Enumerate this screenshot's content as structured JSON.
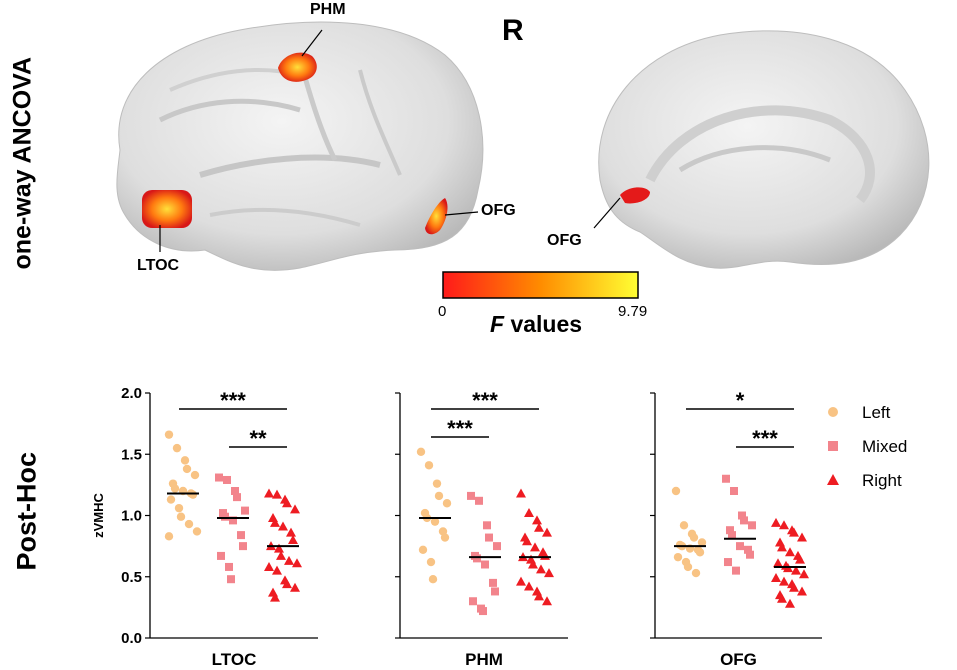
{
  "figure": {
    "row_labels": {
      "top": "one-way  ANCOVA",
      "bottom": "Post-Hoc"
    },
    "hemisphere": "R",
    "brain_labels": [
      "PHM",
      "OFG",
      "LTOC",
      "OFG"
    ],
    "colorbar": {
      "min": "0",
      "max": "9.79",
      "label_italic": "F",
      "label_rest": " values",
      "colors": [
        "#ff1a1a",
        "#ff8c00",
        "#ffff33"
      ]
    }
  },
  "chart_data": [
    {
      "type": "scatter",
      "panel": "LTOC",
      "xlabel": "LTOC",
      "ylabel": "zVMHC",
      "ylim": [
        0,
        2.0
      ],
      "yticks": [
        "0.0",
        "0.5",
        "1.0",
        "1.5",
        "2.0"
      ],
      "series": [
        {
          "name": "Left",
          "median": 1.18,
          "values": [
            1.66,
            1.55,
            1.45,
            1.38,
            1.33,
            1.26,
            1.22,
            1.2,
            1.18,
            1.17,
            1.13,
            1.06,
            0.99,
            0.93,
            0.87,
            0.83
          ]
        },
        {
          "name": "Mixed",
          "median": 0.98,
          "values": [
            1.31,
            1.29,
            1.2,
            1.15,
            1.04,
            1.02,
            0.99,
            0.96,
            0.84,
            0.75,
            0.67,
            0.58,
            0.48
          ]
        },
        {
          "name": "Right",
          "median": 0.75,
          "values": [
            1.18,
            1.17,
            1.13,
            1.1,
            1.05,
            0.98,
            0.94,
            0.91,
            0.86,
            0.8,
            0.75,
            0.73,
            0.67,
            0.63,
            0.61,
            0.58,
            0.55,
            0.47,
            0.44,
            0.41,
            0.37,
            0.33
          ]
        }
      ],
      "annotations": [
        {
          "from": "Left",
          "to": "Right",
          "text": "***"
        },
        {
          "from": "Mixed",
          "to": "Right",
          "text": "**"
        }
      ]
    },
    {
      "type": "scatter",
      "panel": "PHM",
      "xlabel": "PHM",
      "ylim": [
        0,
        2.0
      ],
      "series": [
        {
          "name": "Left",
          "median": 0.98,
          "values": [
            1.52,
            1.41,
            1.26,
            1.16,
            1.1,
            1.02,
            0.98,
            0.95,
            0.87,
            0.82,
            0.72,
            0.62,
            0.48
          ]
        },
        {
          "name": "Mixed",
          "median": 0.66,
          "values": [
            1.16,
            1.12,
            0.92,
            0.82,
            0.75,
            0.67,
            0.65,
            0.6,
            0.45,
            0.38,
            0.3,
            0.24,
            0.22
          ]
        },
        {
          "name": "Right",
          "median": 0.66,
          "values": [
            1.18,
            1.02,
            0.96,
            0.9,
            0.86,
            0.82,
            0.79,
            0.74,
            0.7,
            0.67,
            0.66,
            0.64,
            0.6,
            0.56,
            0.53,
            0.46,
            0.42,
            0.38,
            0.34,
            0.3
          ]
        }
      ],
      "annotations": [
        {
          "from": "Left",
          "to": "Right",
          "text": "***"
        },
        {
          "from": "Left",
          "to": "Mixed",
          "text": "***"
        }
      ]
    },
    {
      "type": "scatter",
      "panel": "OFG",
      "xlabel": "OFG",
      "ylim": [
        0,
        2.0
      ],
      "series": [
        {
          "name": "Left",
          "median": 0.75,
          "values": [
            1.2,
            0.92,
            0.85,
            0.82,
            0.78,
            0.76,
            0.75,
            0.73,
            0.72,
            0.7,
            0.66,
            0.62,
            0.58,
            0.53
          ]
        },
        {
          "name": "Mixed",
          "median": 0.81,
          "values": [
            1.3,
            1.2,
            1.0,
            0.96,
            0.92,
            0.88,
            0.84,
            0.75,
            0.72,
            0.68,
            0.62,
            0.55
          ]
        },
        {
          "name": "Right",
          "median": 0.58,
          "values": [
            0.94,
            0.92,
            0.88,
            0.86,
            0.82,
            0.78,
            0.74,
            0.7,
            0.67,
            0.64,
            0.61,
            0.59,
            0.57,
            0.55,
            0.52,
            0.49,
            0.46,
            0.44,
            0.41,
            0.38,
            0.35,
            0.32,
            0.28
          ]
        }
      ],
      "annotations": [
        {
          "from": "Left",
          "to": "Right",
          "text": "*"
        },
        {
          "from": "Mixed",
          "to": "Right",
          "text": "***"
        }
      ]
    }
  ],
  "legend": [
    {
      "label": "Left",
      "color": "#f8c384",
      "marker": "circle"
    },
    {
      "label": "Mixed",
      "color": "#f2848c",
      "marker": "square"
    },
    {
      "label": "Right",
      "color": "#ee1c22",
      "marker": "triangle"
    }
  ]
}
